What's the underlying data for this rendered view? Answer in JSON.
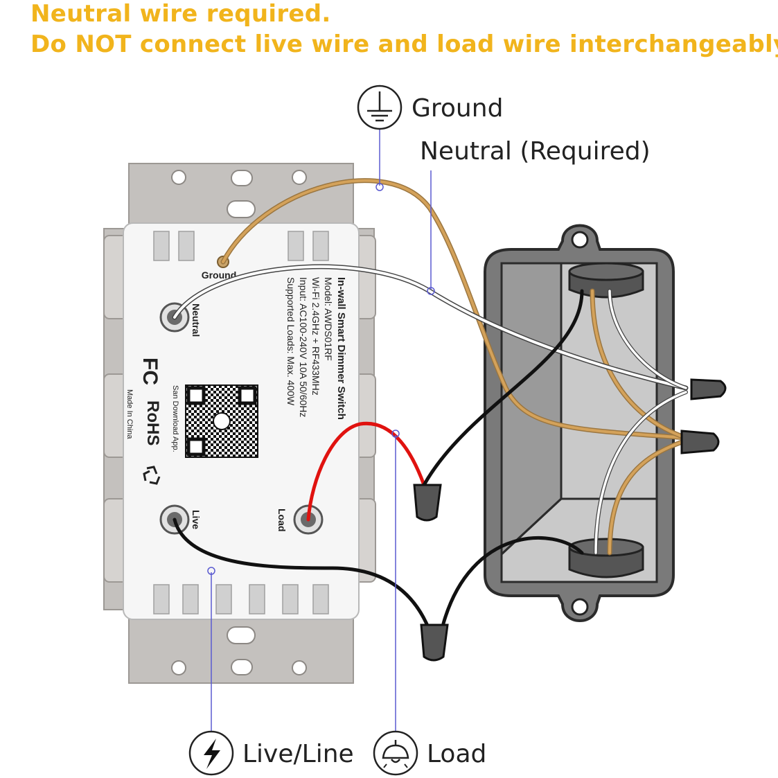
{
  "warning": {
    "line1": "Neutral wire required.",
    "line2": "Do NOT connect live wire and load wire interchangeably."
  },
  "callouts": {
    "ground": "Ground",
    "neutral": "Neutral (Required)",
    "live": "Live/Line",
    "load": "Load"
  },
  "device": {
    "title": "In-wall Smart Dimmer Switch",
    "model": "Model: AWDS01RF",
    "wifi": "Wi-Fi 2.4GHz + RF433MHz",
    "input": "Input: AC100-240V 10A 50/60Hz",
    "loads": "Supported Loads: Max. 400W",
    "terminal_ground": "Ground",
    "terminal_neutral": "Neutral",
    "terminal_live": "Live",
    "terminal_load": "Load",
    "fcc_mark": "FC",
    "rohs_mark": "RoHS",
    "scan_text": "San Download App.",
    "origin": "Made In China"
  },
  "icons": {
    "ground": "ground-symbol-icon",
    "live": "lightning-icon",
    "load": "lamp-icon",
    "recycle": "recycle-icon",
    "qr": "qr-code-icon"
  },
  "colors": {
    "warning_text": "#f1b41c",
    "ground_wire": "#d4a25a",
    "neutral_wire": "#ffffff",
    "live_wire": "#111111",
    "load_wire": "#e0120f",
    "wire_nut": "#333333",
    "box_body": "#7d7d7d",
    "switch_body": "#f4f4f4"
  }
}
